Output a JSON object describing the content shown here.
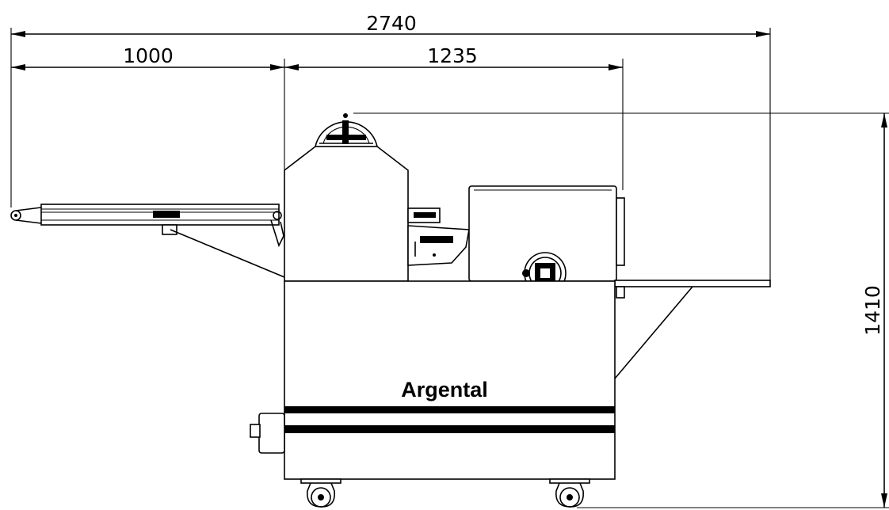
{
  "dimensions": {
    "total_length": "2740",
    "infeed_length": "1000",
    "machine_length": "1235",
    "height": "1410"
  },
  "brand": "Argental",
  "colors": {
    "line": "#000000",
    "background": "#ffffff"
  }
}
